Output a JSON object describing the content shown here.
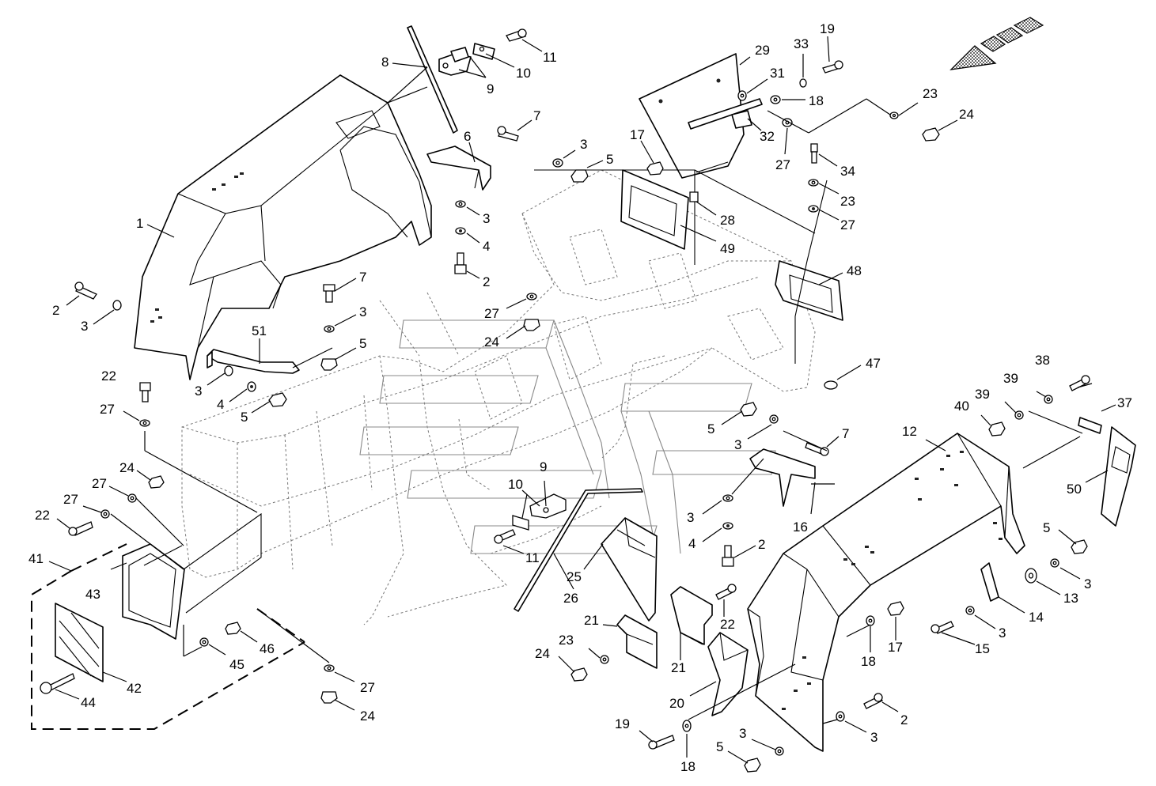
{
  "figure": {
    "labels": [
      {
        "id": "c1",
        "text": "1"
      },
      {
        "id": "c2a",
        "text": "2"
      },
      {
        "id": "c3a",
        "text": "3"
      },
      {
        "id": "c8",
        "text": "8"
      },
      {
        "id": "c9a",
        "text": "9"
      },
      {
        "id": "c10a",
        "text": "10"
      },
      {
        "id": "c11a",
        "text": "11"
      },
      {
        "id": "c7a",
        "text": "7"
      },
      {
        "id": "c6",
        "text": "6"
      },
      {
        "id": "c3b",
        "text": "3"
      },
      {
        "id": "c5a",
        "text": "5"
      },
      {
        "id": "c3c",
        "text": "3"
      },
      {
        "id": "c4a",
        "text": "4"
      },
      {
        "id": "c2b",
        "text": "2"
      },
      {
        "id": "c7b",
        "text": "7"
      },
      {
        "id": "c3d",
        "text": "3"
      },
      {
        "id": "c5b",
        "text": "5"
      },
      {
        "id": "c51",
        "text": "51"
      },
      {
        "id": "c3e",
        "text": "3"
      },
      {
        "id": "c4b",
        "text": "4"
      },
      {
        "id": "c5c",
        "text": "5"
      },
      {
        "id": "c29",
        "text": "29"
      },
      {
        "id": "c31",
        "text": "31"
      },
      {
        "id": "c33",
        "text": "33"
      },
      {
        "id": "c19a",
        "text": "19"
      },
      {
        "id": "c18a",
        "text": "18"
      },
      {
        "id": "c32",
        "text": "32"
      },
      {
        "id": "c17a",
        "text": "17"
      },
      {
        "id": "c27a",
        "text": "27"
      },
      {
        "id": "c23a",
        "text": "23"
      },
      {
        "id": "c24a",
        "text": "24"
      },
      {
        "id": "c34",
        "text": "34"
      },
      {
        "id": "c23b",
        "text": "23"
      },
      {
        "id": "c27b",
        "text": "27"
      },
      {
        "id": "c28",
        "text": "28"
      },
      {
        "id": "c49",
        "text": "49"
      },
      {
        "id": "c48",
        "text": "48"
      },
      {
        "id": "c27c",
        "text": "27"
      },
      {
        "id": "c24b",
        "text": "24"
      },
      {
        "id": "c47",
        "text": "47"
      },
      {
        "id": "c22a",
        "text": "22"
      },
      {
        "id": "c27d",
        "text": "27"
      },
      {
        "id": "c24c",
        "text": "24"
      },
      {
        "id": "c27e",
        "text": "27"
      },
      {
        "id": "c27f",
        "text": "27"
      },
      {
        "id": "c22b",
        "text": "22"
      },
      {
        "id": "c41",
        "text": "41"
      },
      {
        "id": "c43",
        "text": "43"
      },
      {
        "id": "c42",
        "text": "42"
      },
      {
        "id": "c44",
        "text": "44"
      },
      {
        "id": "c45",
        "text": "45"
      },
      {
        "id": "c46",
        "text": "46"
      },
      {
        "id": "c27g",
        "text": "27"
      },
      {
        "id": "c24d",
        "text": "24"
      },
      {
        "id": "c9b",
        "text": "9"
      },
      {
        "id": "c10b",
        "text": "10"
      },
      {
        "id": "c11b",
        "text": "11"
      },
      {
        "id": "c25",
        "text": "25"
      },
      {
        "id": "c26",
        "text": "26"
      },
      {
        "id": "c5d",
        "text": "5"
      },
      {
        "id": "c3f",
        "text": "3"
      },
      {
        "id": "c7c",
        "text": "7"
      },
      {
        "id": "c16",
        "text": "16"
      },
      {
        "id": "c3g",
        "text": "3"
      },
      {
        "id": "c4c",
        "text": "4"
      },
      {
        "id": "c2c",
        "text": "2"
      },
      {
        "id": "c21a",
        "text": "21"
      },
      {
        "id": "c22c",
        "text": "22"
      },
      {
        "id": "c21b",
        "text": "21"
      },
      {
        "id": "c23c",
        "text": "23"
      },
      {
        "id": "c24e",
        "text": "24"
      },
      {
        "id": "c20",
        "text": "20"
      },
      {
        "id": "c19b",
        "text": "19"
      },
      {
        "id": "c18b",
        "text": "18"
      },
      {
        "id": "c3h",
        "text": "3"
      },
      {
        "id": "c5e",
        "text": "5"
      },
      {
        "id": "c12",
        "text": "12"
      },
      {
        "id": "c38",
        "text": "38"
      },
      {
        "id": "c39a",
        "text": "39"
      },
      {
        "id": "c39b",
        "text": "39"
      },
      {
        "id": "c40",
        "text": "40"
      },
      {
        "id": "c37",
        "text": "37"
      },
      {
        "id": "c50",
        "text": "50"
      },
      {
        "id": "c5f",
        "text": "5"
      },
      {
        "id": "c3i",
        "text": "3"
      },
      {
        "id": "c13",
        "text": "13"
      },
      {
        "id": "c14",
        "text": "14"
      },
      {
        "id": "c3j",
        "text": "3"
      },
      {
        "id": "c15",
        "text": "15"
      },
      {
        "id": "c17b",
        "text": "17"
      },
      {
        "id": "c18c",
        "text": "18"
      },
      {
        "id": "c2d",
        "text": "2"
      },
      {
        "id": "c3k",
        "text": "3"
      }
    ]
  },
  "icons": [
    "direction-arrow-icon"
  ]
}
